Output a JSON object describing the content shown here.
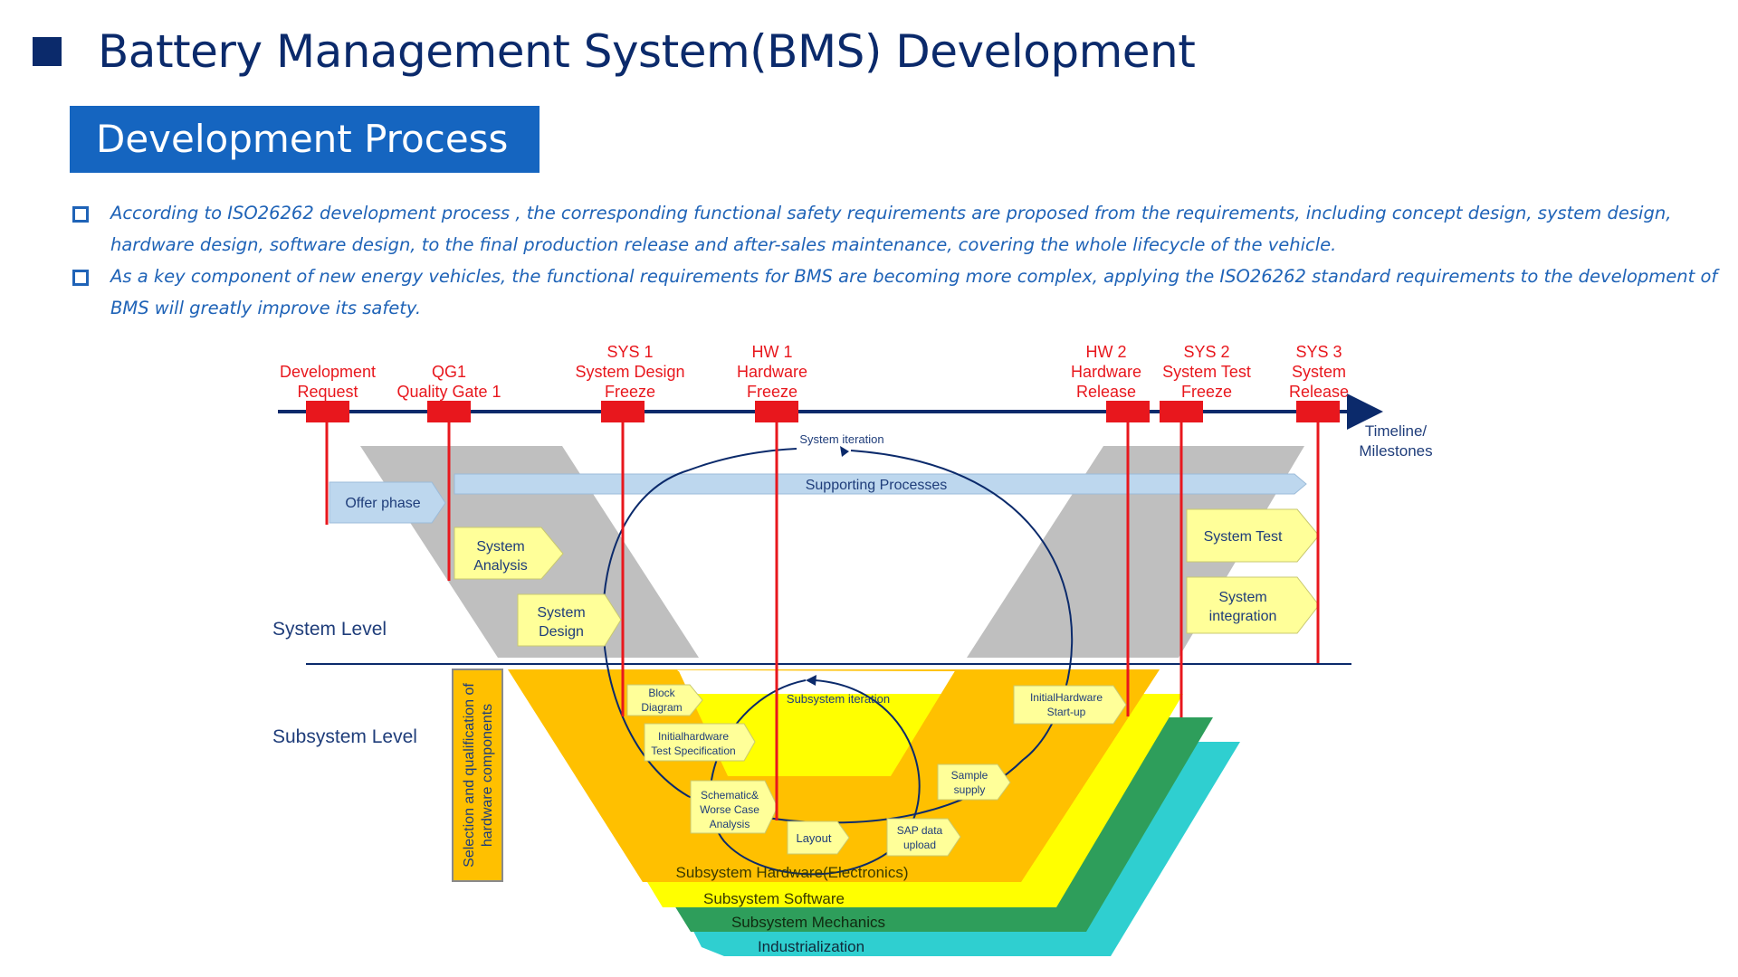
{
  "header": {
    "title": "Battery Management System(BMS) Development",
    "section_banner": "Development Process"
  },
  "bullets": [
    {
      "icon": "hollow-square-bullet",
      "text": "According to ISO26262 development process , the corresponding functional safety requirements are proposed from the requirements, including concept design, system design, hardware design, software design, to the final production release and after-sales maintenance, covering the whole lifecycle of the vehicle."
    },
    {
      "icon": "hollow-square-bullet",
      "text": "As a key component of new energy vehicles, the functional requirements for BMS are becoming more complex, applying the ISO26262 standard requirements to the development of BMS will greatly improve its safety."
    }
  ],
  "diagram": {
    "milestones": [
      {
        "lines": [
          "Development",
          "Request"
        ]
      },
      {
        "lines": [
          "QG1",
          "Quality Gate 1"
        ]
      },
      {
        "lines": [
          "SYS 1",
          "System Design",
          "Freeze"
        ]
      },
      {
        "lines": [
          "HW 1",
          "Hardware",
          "Freeze"
        ]
      },
      {
        "lines": [
          "HW 2",
          "Hardware",
          "Release"
        ]
      },
      {
        "lines": [
          "SYS 2",
          "System Test",
          "Freeze"
        ]
      },
      {
        "lines": [
          "SYS 3",
          "System",
          "Release"
        ]
      }
    ],
    "timeline_label": [
      "Timeline/",
      "Milestones"
    ],
    "system_iteration": "System iteration",
    "subsystem_iteration": "Subsystem iteration",
    "supporting_processes": "Supporting Processes",
    "offer_phase": "Offer phase",
    "system_analysis": [
      "System",
      "Analysis"
    ],
    "system_design": [
      "System",
      "Design"
    ],
    "system_test": "System Test",
    "system_integration": [
      "System",
      "integration"
    ],
    "system_level": "System Level",
    "subsystem_level": "Subsystem Level",
    "selection_label": [
      "Selection and qualification of",
      "hardware components"
    ],
    "block_diagram": [
      "Block",
      "Diagram"
    ],
    "initial_hw_test_spec": [
      "Initialhardware",
      "Test Specification"
    ],
    "schematic": [
      "Schematic&",
      "Worse Case",
      "Analysis"
    ],
    "layout": "Layout",
    "sap_upload": [
      "SAP data",
      "upload"
    ],
    "sample_supply": [
      "Sample",
      "supply"
    ],
    "initial_hw_startup": [
      "InitialHardware",
      "Start-up"
    ],
    "layers": [
      "Subsystem Hardware(Electronics)",
      "Subsystem Software",
      "Subsystem Mechanics",
      "Industrialization"
    ],
    "colors": {
      "timeline": "#0b2a6b",
      "milestone": "#e8171d",
      "hardware": "#ffc000",
      "software": "#ffff00",
      "mechanics": "#2e9e5b",
      "industrialization": "#2fcfd0",
      "phase_box": "#ffff99",
      "supporting": "#bdd7ee",
      "system_block": "#bfbfbf"
    }
  }
}
